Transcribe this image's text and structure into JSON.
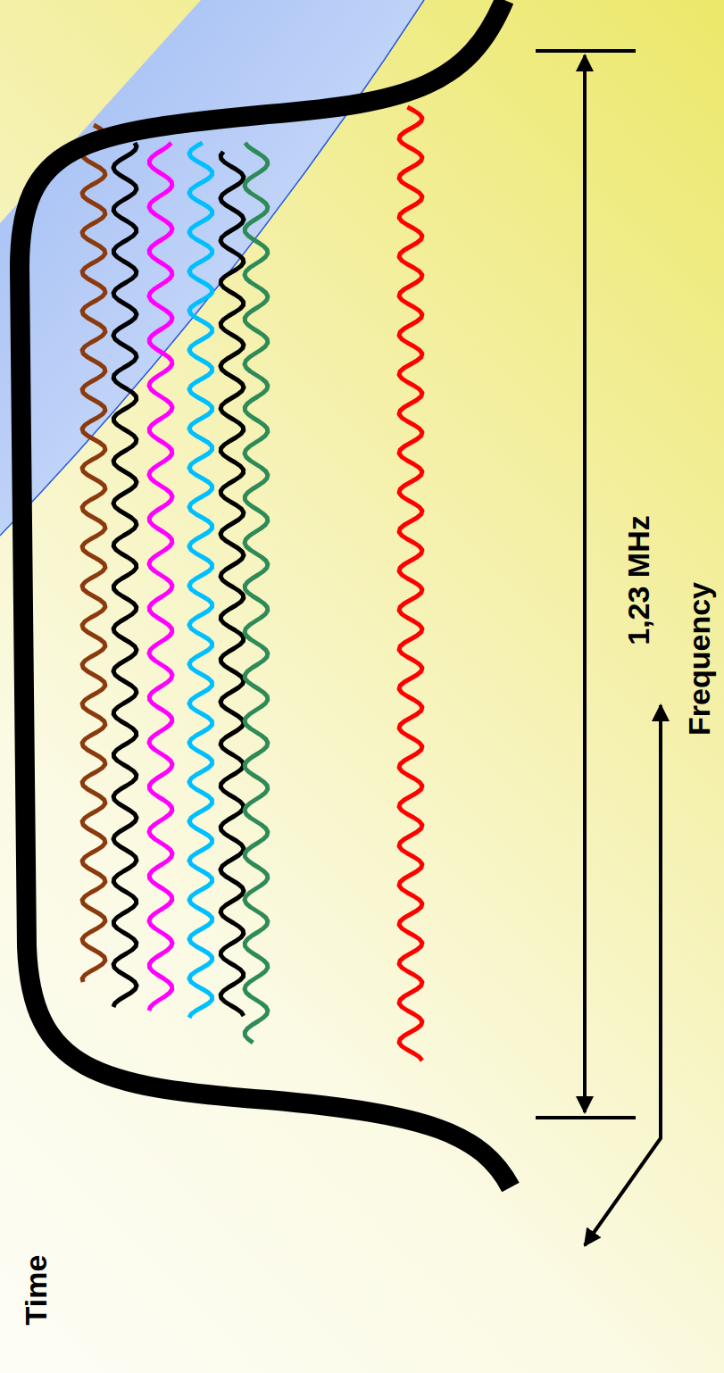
{
  "diagram": {
    "labels": [
      "1,23 MHz",
      "Frequency",
      "Time"
    ]
  }
}
